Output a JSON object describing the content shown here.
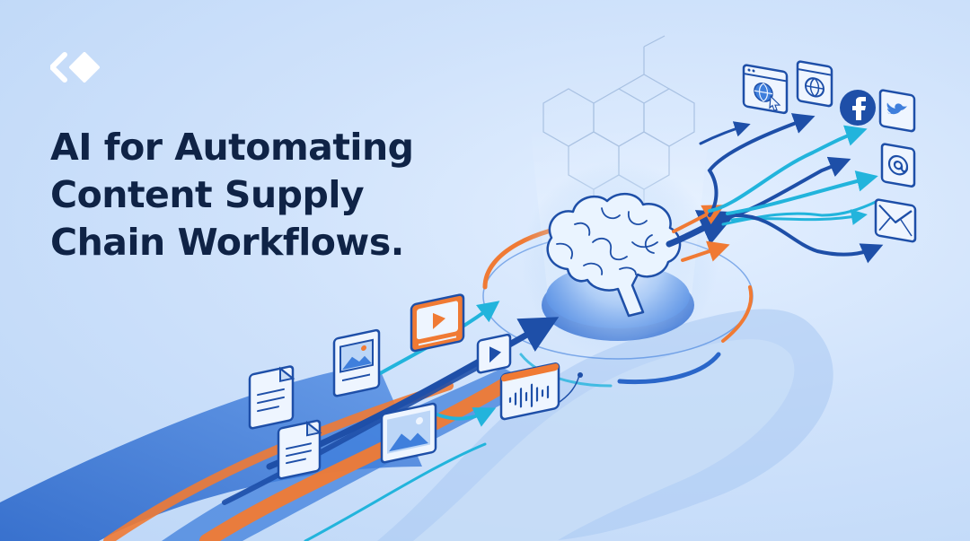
{
  "headline": {
    "lines": [
      "AI for Automating",
      "Content Supply",
      "Chain Workflows."
    ]
  },
  "logo": {
    "icon": "chevron-diamond-logo-icon",
    "color": "#ffffff"
  },
  "colors": {
    "background": "#cfe2fb",
    "heading": "#0f2346",
    "navy": "#1e4fa8",
    "cyan": "#22b4dc",
    "orange": "#f07a34",
    "brain_glow": "#ffffff"
  },
  "illustration": {
    "center": "brain-icon",
    "inputs": [
      "document-icon",
      "document-icon",
      "image-icon",
      "video-icon",
      "play-icon",
      "image-icon",
      "audio-waveform-icon"
    ],
    "outputs": [
      "web-browser-icon",
      "globe-icon",
      "facebook-icon",
      "twitter-icon",
      "email-at-icon",
      "mail-envelope-icon"
    ]
  }
}
